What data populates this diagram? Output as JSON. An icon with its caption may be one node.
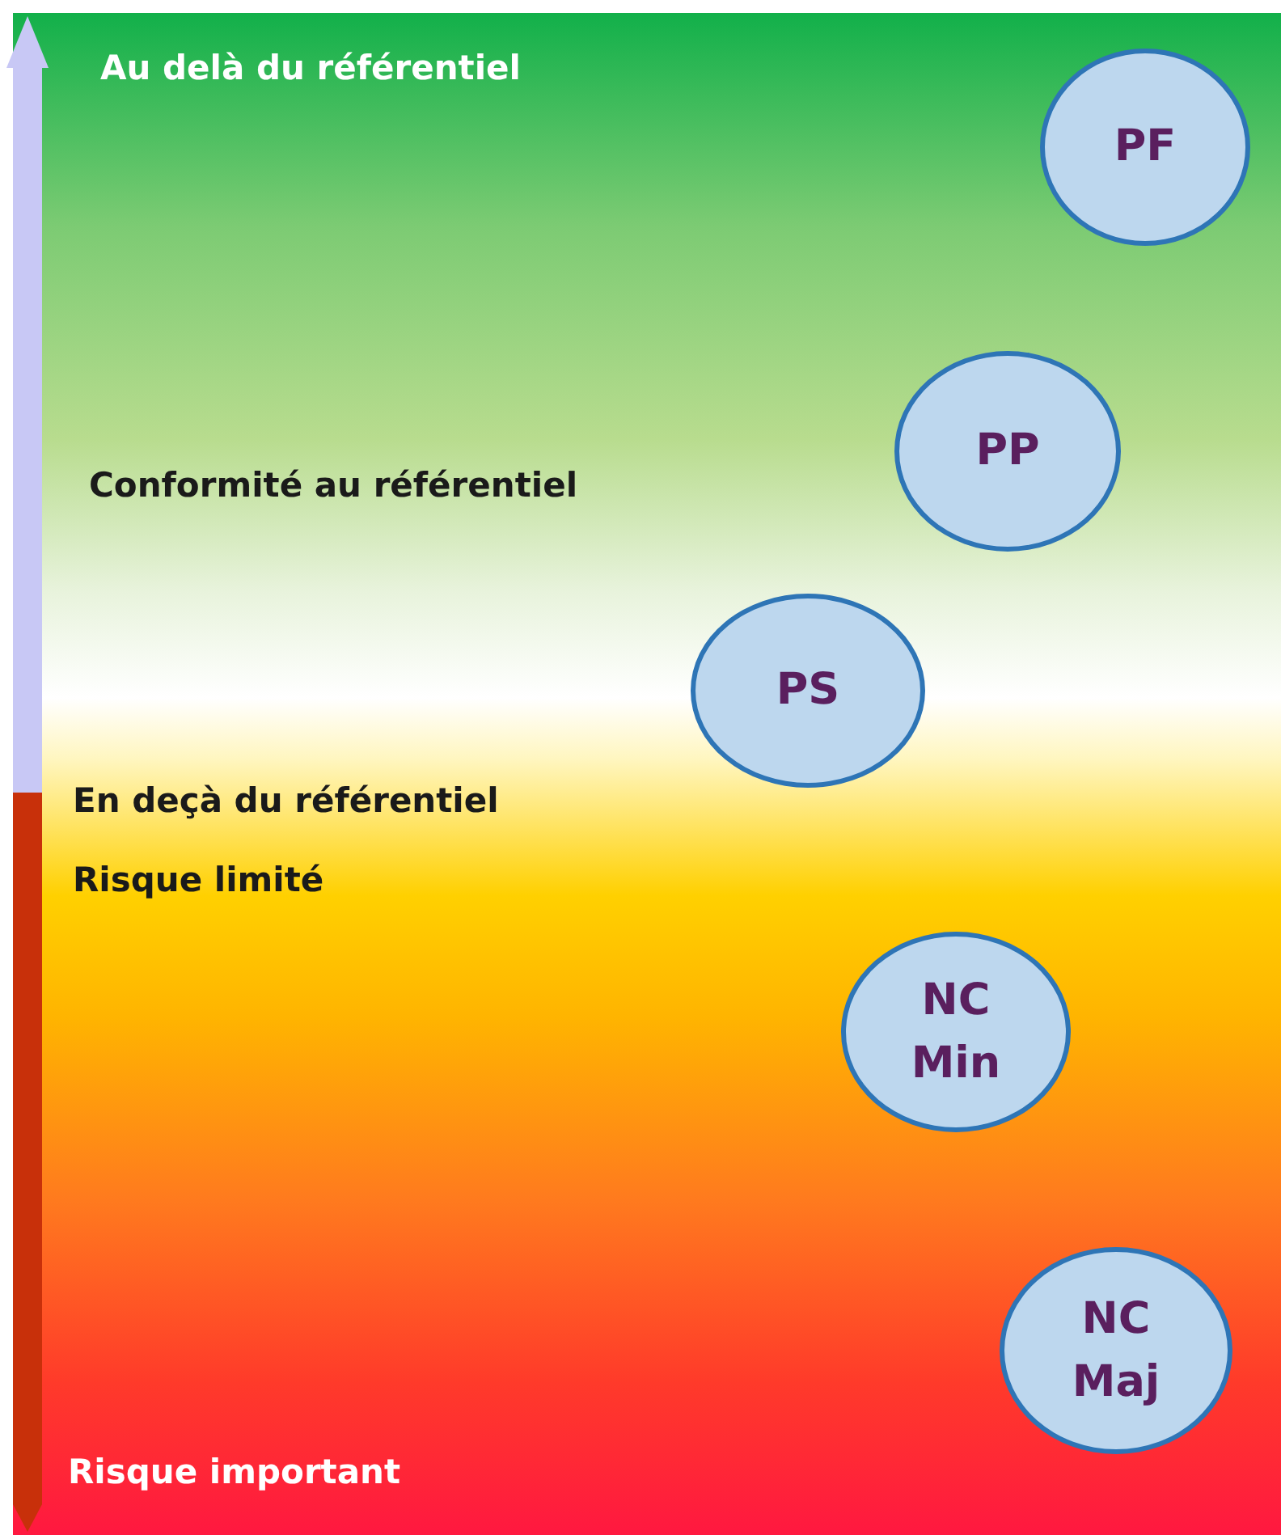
{
  "diagram": {
    "nodes": [
      {
        "text": [
          "PF"
        ]
      },
      {
        "text": [
          "PP"
        ]
      },
      {
        "text": [
          "PS"
        ]
      },
      {
        "text": [
          "NC Min"
        ]
      },
      {
        "text": [
          "NC Maj"
        ]
      }
    ],
    "labels": [
      "Au delà du référentiel",
      "Conformité au référentiel",
      "En deçà du référentiel",
      "Risque limité",
      "Risque important"
    ]
  }
}
